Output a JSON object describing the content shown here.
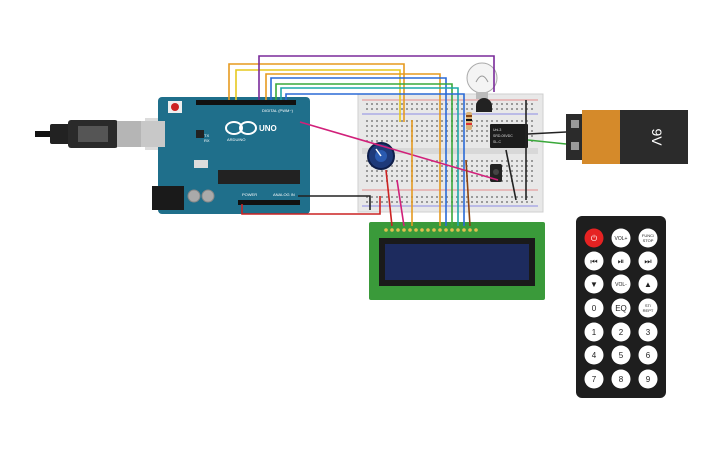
{
  "arduino": {
    "logo_text": "ARDUINO",
    "model": "UNO",
    "digital_label": "DIGITAL (PWM~)",
    "power_label": "POWER",
    "analog_label": "ANALOG IN",
    "tx_label": "TX",
    "rx_label": "RX",
    "board_color": "#1f6f8b"
  },
  "battery": {
    "label": "9V",
    "body_color": "#d58a2a",
    "cap_color": "#2b2b2b"
  },
  "relay": {
    "top_text": "Uni-3",
    "line1": "SRD-05VDC",
    "line2": "SL-C"
  },
  "lcd": {
    "board_color": "#3a9a3a",
    "screen_color": "#1d2b5e"
  },
  "remote": {
    "buttons": [
      {
        "key": "power",
        "label": "⏻"
      },
      {
        "key": "vol_up",
        "label": "VOL+"
      },
      {
        "key": "func_stop",
        "label": "FUNC/\nSTOP"
      },
      {
        "key": "prev",
        "label": "⏮"
      },
      {
        "key": "play_pause",
        "label": "⏯"
      },
      {
        "key": "next",
        "label": "⏭"
      },
      {
        "key": "down",
        "label": "▼"
      },
      {
        "key": "vol_down",
        "label": "VOL-"
      },
      {
        "key": "up",
        "label": "▲"
      },
      {
        "key": "zero",
        "label": "0"
      },
      {
        "key": "eq",
        "label": "EQ"
      },
      {
        "key": "st_rept",
        "label": "ST/\nREPT"
      },
      {
        "key": "one",
        "label": "1"
      },
      {
        "key": "two",
        "label": "2"
      },
      {
        "key": "three",
        "label": "3"
      },
      {
        "key": "four",
        "label": "4"
      },
      {
        "key": "five",
        "label": "5"
      },
      {
        "key": "six",
        "label": "6"
      },
      {
        "key": "seven",
        "label": "7"
      },
      {
        "key": "eight",
        "label": "8"
      },
      {
        "key": "nine",
        "label": "9"
      }
    ]
  },
  "wire_colors": {
    "orange": "#e69a1f",
    "yellow": "#e6c81f",
    "purple": "#7a2a9a",
    "blue": "#2a6ad6",
    "green": "#3aa83a",
    "teal": "#1fa8a8",
    "magenta": "#d1207a",
    "red": "#cc2222",
    "black": "#222222"
  }
}
